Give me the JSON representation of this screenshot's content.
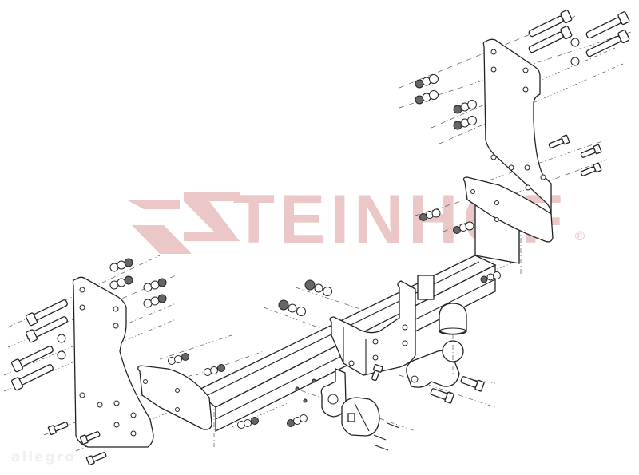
{
  "diagram": {
    "type": "exploded-assembly",
    "subject": "Tow bar (hitch) installation kit",
    "brand": {
      "logo_text": "STEINHOF",
      "registered_mark": "®",
      "logo_color": "#ebc7c7"
    },
    "watermark": "allegro",
    "line_color": "#222222",
    "background": "#ffffff",
    "components": [
      {
        "id": "left-mounting-bracket",
        "label": "Left mounting plate"
      },
      {
        "id": "right-mounting-bracket",
        "label": "Right mounting plate"
      },
      {
        "id": "crossbar",
        "label": "Main crossbar beam"
      },
      {
        "id": "end-plate-left",
        "label": "Left end plate"
      },
      {
        "id": "end-plate-right",
        "label": "Right end plate"
      },
      {
        "id": "ball-mount",
        "label": "Tow ball with neck"
      },
      {
        "id": "ball-cover",
        "label": "Tow ball cap"
      },
      {
        "id": "socket-bracket",
        "label": "Electrical socket bracket"
      },
      {
        "id": "electrical-socket",
        "label": "Electrical socket"
      },
      {
        "id": "long-bolts",
        "label": "Long hex bolts",
        "count": 8
      },
      {
        "id": "short-bolts",
        "label": "Short hex bolts",
        "count": 8
      },
      {
        "id": "nut-washer-sets",
        "label": "Nut and washer sets",
        "count": 16
      },
      {
        "id": "screws",
        "label": "Socket screws",
        "count": 3
      }
    ]
  }
}
